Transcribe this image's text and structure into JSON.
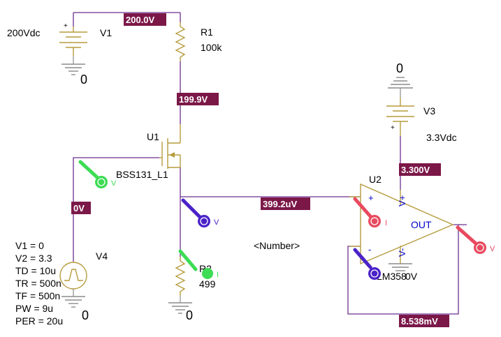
{
  "colors": {
    "wire": "#6b2e8f",
    "component": "#b59b3c",
    "ground": "#8c8c8c",
    "flag_bg": "#7b1848",
    "probe_voltage": "#e84a5f",
    "probe_blue": "#4b22c8",
    "probe_green": "#3ddc54"
  },
  "sources": {
    "v1": {
      "name": "V1",
      "value": "200Vdc"
    },
    "v3": {
      "name": "V3",
      "value": "3.3Vdc"
    },
    "v4": {
      "name": "V4",
      "params": [
        "V1 = 0",
        "V2 = 3.3",
        "TD = 10u",
        "TR = 500n",
        "TF = 500n",
        "PW = 9u",
        "PER = 20u"
      ]
    }
  },
  "resistors": {
    "r1": {
      "name": "R1",
      "value": "100k"
    },
    "r2": {
      "name": "R2",
      "value": "499"
    }
  },
  "transistor": {
    "ref": "U1",
    "model": "BSS131_L1"
  },
  "opamp": {
    "ref": "U2",
    "model": "LM358",
    "pin_plus": "+",
    "pin_minus": "-",
    "pin_vplus": "V+",
    "pin_vminus": "V-",
    "pin_out": "OUT",
    "overlay_value": "0V"
  },
  "grounds": {
    "g1": "0",
    "g2": "0",
    "g3": "0",
    "g4": "0"
  },
  "voltage_flags": {
    "top": "200.0V",
    "drain": "199.9V",
    "gate": "0V",
    "source_node": "399.2uV",
    "v3_node": "3.300V",
    "feedback": "8.538mV"
  },
  "probe_letters": {
    "voltage": "V",
    "current": "I"
  },
  "annotation": "<Number>"
}
